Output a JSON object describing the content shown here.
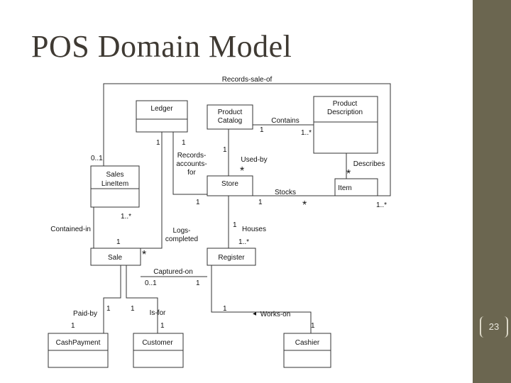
{
  "slide": {
    "title": "POS Domain Model",
    "page_number": "23"
  },
  "diagram": {
    "classes": {
      "ledger": "Ledger",
      "product_catalog": [
        "Product",
        "Catalog"
      ],
      "product_description": [
        "Product",
        "Description"
      ],
      "sales_line_item": [
        "Sales",
        "LineItem"
      ],
      "store": "Store",
      "item": "Item",
      "sale": "Sale",
      "register": "Register",
      "cash_payment": "CashPayment",
      "customer": "Customer",
      "cashier": "Cashier"
    },
    "associations": {
      "records_sale_of": "Records-sale-of",
      "contains": "Contains",
      "records_accounts_for": [
        "Records-",
        "accounts-",
        "for"
      ],
      "used_by": "Used-by",
      "describes": "Describes",
      "stocks": "Stocks",
      "contained_in": "Contained-in",
      "logs_completed": [
        "Logs-",
        "completed"
      ],
      "houses": "Houses",
      "captured_on": "Captured-on",
      "paid_by": "Paid-by",
      "is_for": "Is-for",
      "works_on": "Works-on"
    },
    "multiplicities": {
      "ledger_records_left": "1",
      "ledger_records_right": "1",
      "catalog_contains": "1",
      "description_contains": "1..*",
      "line_item_records_sale": "0..1",
      "store_records": "1",
      "used_by_star": "*",
      "describes_star": "*",
      "store_logs": "1",
      "store_stocks": "1",
      "stocks_star": "*",
      "item_records_sale": "1..*",
      "sale_contains_many": "1..*",
      "sale_contains_one": "1",
      "sale_logs_star": "*",
      "store_houses": "1",
      "register_houses": "1..*",
      "sale_captured": "0..1",
      "register_captured": "1",
      "sale_paid_by": "1",
      "sale_is_for": "1",
      "payment_paid_by": "1",
      "customer_is_for": "1",
      "register_works_on": "1",
      "cashier_works_on": "1"
    }
  }
}
